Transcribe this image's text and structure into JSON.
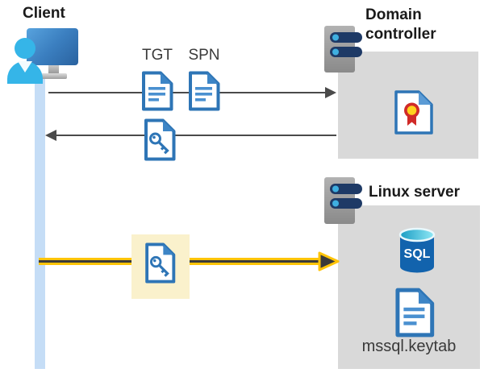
{
  "diagram": {
    "client": {
      "label": "Client"
    },
    "messages": {
      "tgt_label": "TGT",
      "spn_label": "SPN"
    },
    "domain_controller": {
      "label": "Domain controller"
    },
    "linux_server": {
      "label": "Linux server",
      "sql_label": "SQL",
      "keytab_label": "mssql.keytab"
    },
    "icons": {
      "client": "user-with-monitor-icon",
      "tgt": "document-icon",
      "spn": "document-icon",
      "service_ticket": "key-document-icon",
      "domain_controller": "server-icon",
      "certificate": "certificate-document-icon",
      "linux_server": "server-icon",
      "sql": "sql-database-cylinder-icon",
      "keytab": "document-icon"
    },
    "colors": {
      "doc_blue": "#2e75b6",
      "doc_fold_blue": "#3d85c6",
      "doc_line_blue": "#4a90d0",
      "accent_yellow": "#ffc408",
      "highlight_yellow": "#faf1cc",
      "box_gray": "#d9d9d9",
      "server_pill_navy": "#1e3a66",
      "server_dot_blue": "#3fafe0",
      "timeline_blue": "#c5ddf6",
      "arrow_gray": "#4a4a4a",
      "sql_body_blue": "#1263ad",
      "person_cyan": "#35b5e8",
      "certificate_red": "#d02a28",
      "certificate_gold": "#ffd21e"
    }
  }
}
